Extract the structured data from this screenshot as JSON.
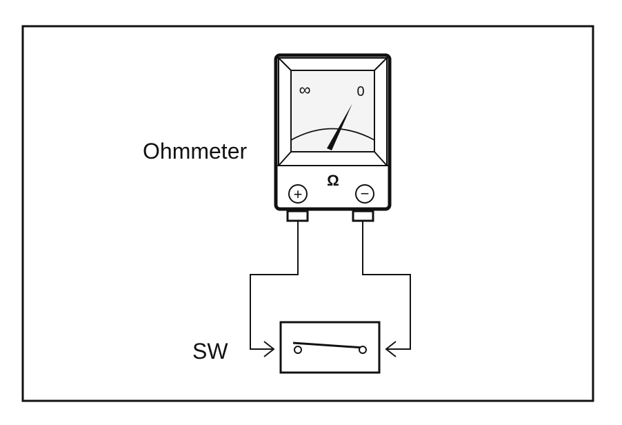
{
  "labels": {
    "meter": "Ohmmeter",
    "switch": "SW"
  },
  "meter": {
    "scale_left": "∞",
    "scale_right": "0",
    "unit_symbol": "Ω",
    "terminal_positive": "+",
    "terminal_negative": "−"
  },
  "colors": {
    "line": "#111111",
    "meter_face": "#f2f2f2",
    "meter_bezel": "#ffffff",
    "background": "#ffffff"
  }
}
